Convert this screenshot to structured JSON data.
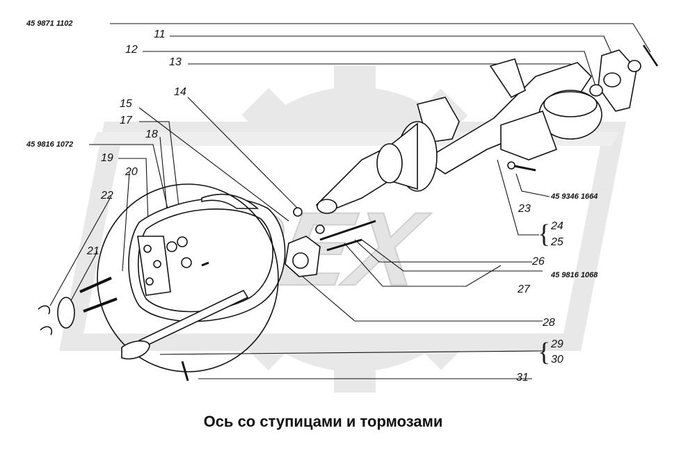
{
  "codes": {
    "c1": "45 9871 1102",
    "c2": "45 9816 1072",
    "c3": "45 9346 1664",
    "c4": "45 9816 1068"
  },
  "callouts": {
    "n11": "11",
    "n12": "12",
    "n13": "13",
    "n14": "14",
    "n15": "15",
    "n17": "17",
    "n18": "18",
    "n19": "19",
    "n20": "20",
    "n21": "21",
    "n22": "22",
    "n23": "23",
    "n24": "24",
    "n25": "25",
    "n26": "26",
    "n27": "27",
    "n28": "28",
    "n29": "29",
    "n30": "30",
    "n31": "31"
  },
  "caption": "Ось со ступицами и тормозами",
  "colors": {
    "ink": "#111111",
    "watermark": "#e6e6e6"
  }
}
